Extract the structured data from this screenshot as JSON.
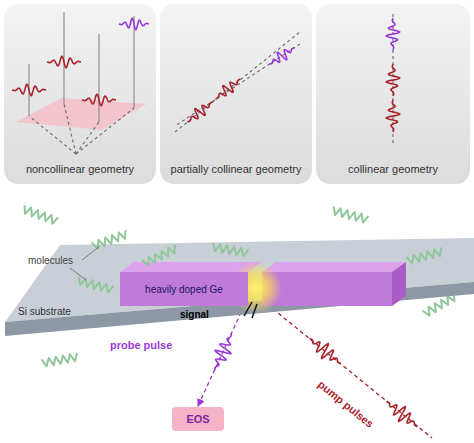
{
  "diagram": {
    "nodes": [
      {
        "text": [
          "noncollinear geometry"
        ]
      },
      {
        "text": [
          "partially collinear geometry"
        ]
      },
      {
        "text": [
          "collinear geometry"
        ]
      },
      {
        "text": [
          "Si substrate"
        ]
      },
      {
        "text": [
          "heavily doped Ge"
        ],
        "in": 3
      },
      {
        "text": [
          "EOS"
        ]
      }
    ],
    "edges": [
      {
        "from": 4,
        "to": 5,
        "arrow": "to"
      }
    ],
    "labels": [
      "molecules",
      "signal",
      "probe pulse",
      "pump pulses"
    ]
  }
}
